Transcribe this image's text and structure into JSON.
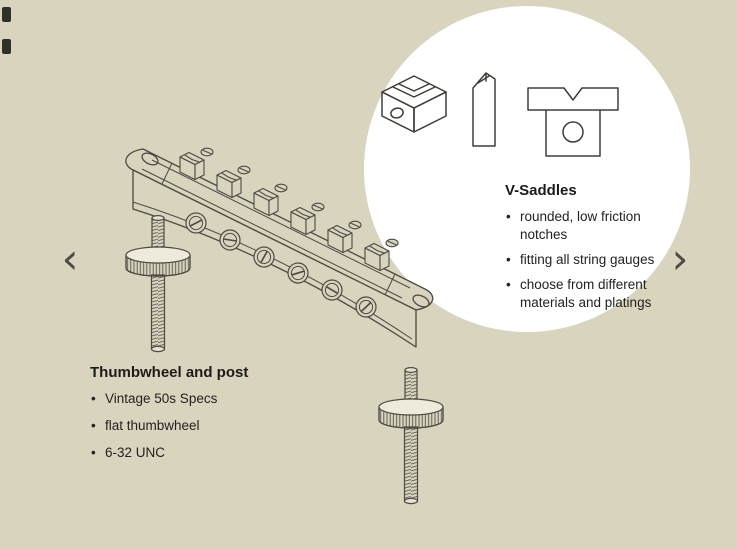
{
  "colors": {
    "background": "#d9d4be",
    "bubble": "#ffffff",
    "line_art": "#4b4b44",
    "text": "#1d1d1b"
  },
  "nav": {
    "prev_icon": "‹",
    "next_icon": "›"
  },
  "saddle_callout": {
    "title": "V-Saddles",
    "bullets": [
      "rounded, low friction notches",
      "fitting all string gauges",
      "choose from different materials and platings"
    ]
  },
  "thumbwheel_callout": {
    "title": "Thumbwheel and post",
    "bullets": [
      "Vintage 50s Specs",
      "flat thumbwheel",
      "6-32 UNC"
    ]
  }
}
